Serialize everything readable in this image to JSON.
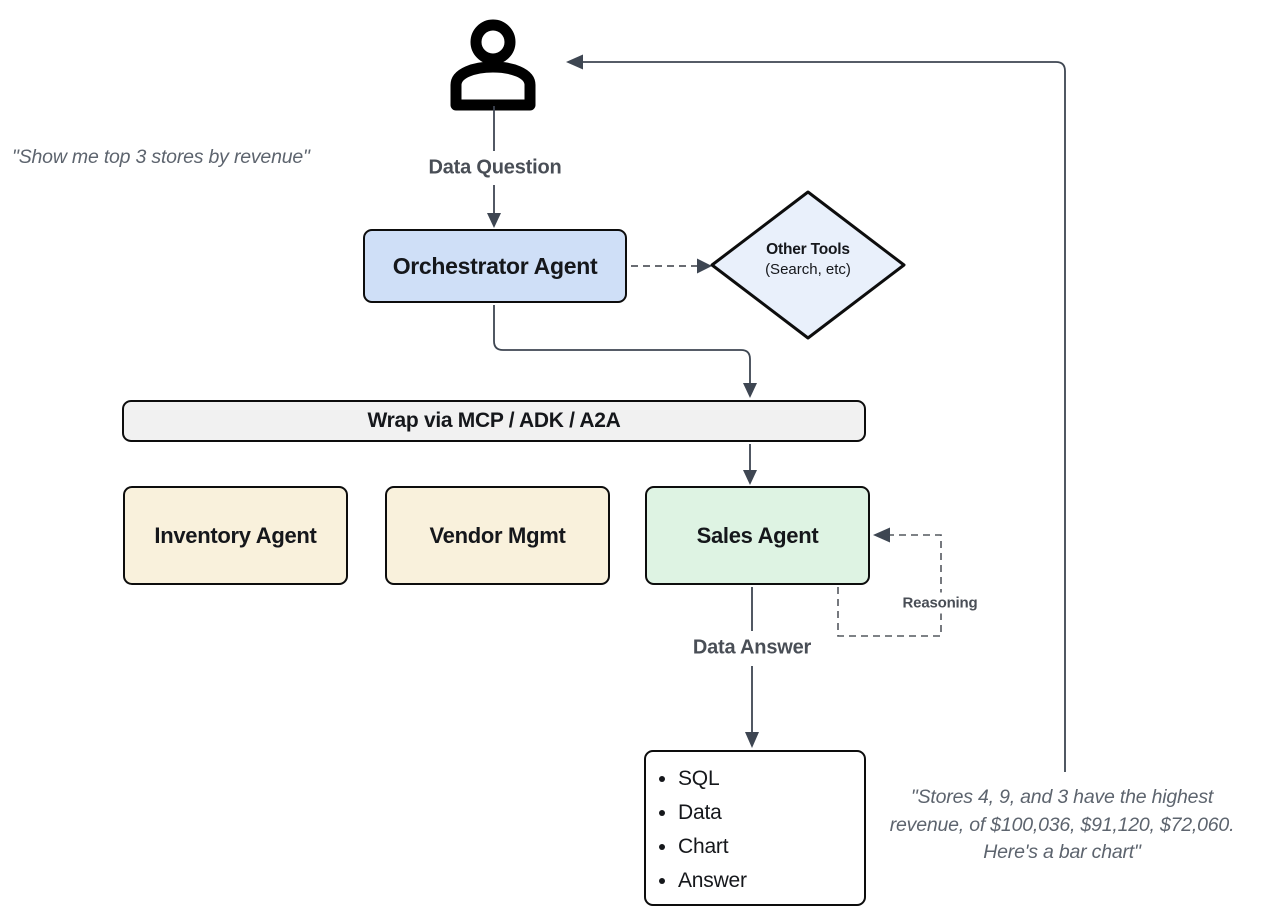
{
  "quotes": {
    "user": "\"Show me top 3 stores by revenue\"",
    "answer": "\"Stores 4, 9, and 3 have the highest\nrevenue, of $100,036, $91,120, $72,060.\nHere's a bar chart\""
  },
  "labels": {
    "data_question": "Data Question",
    "data_answer": "Data Answer",
    "reasoning": "Reasoning"
  },
  "nodes": {
    "user": {
      "icon": "person-icon"
    },
    "orchestrator": {
      "label": "Orchestrator Agent",
      "fill": "#cfdff7"
    },
    "other_tools": {
      "title": "Other Tools",
      "subtitle": "(Search, etc)",
      "fill": "#e9f0fb",
      "shape": "diamond"
    },
    "wrap_bar": {
      "label": "Wrap via MCP / ADK / A2A",
      "fill": "#f1f1f1"
    },
    "inventory": {
      "label": "Inventory Agent",
      "fill": "#f9f1dc"
    },
    "vendor": {
      "label": "Vendor Mgmt",
      "fill": "#f9f1dc"
    },
    "sales": {
      "label": "Sales Agent",
      "fill": "#def3e3"
    },
    "output": {
      "items": [
        "SQL",
        "Data",
        "Chart",
        "Answer"
      ],
      "fill": "#ffffff"
    }
  },
  "colors": {
    "connector": "#3e4652",
    "dashed_connector": "#54585f",
    "node_border": "#0d0d0d",
    "label_text": "#494e56",
    "quote_text": "#5d646e"
  }
}
